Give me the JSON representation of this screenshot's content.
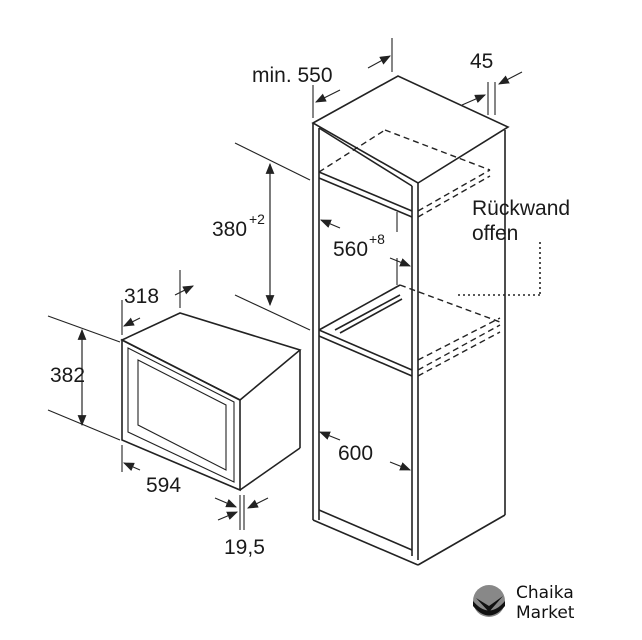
{
  "labels": {
    "min_550": "min. 550",
    "d45": "45",
    "d380": "380",
    "d380_tol": "+2",
    "d560": "560",
    "d560_tol": "+8",
    "rueckwand": "Rückwand",
    "offen": "offen",
    "d318": "318",
    "d382": "382",
    "d594": "594",
    "d600": "600",
    "d19_5": "19,5"
  },
  "logo": {
    "line1": "Chaika",
    "line2": "Market"
  }
}
